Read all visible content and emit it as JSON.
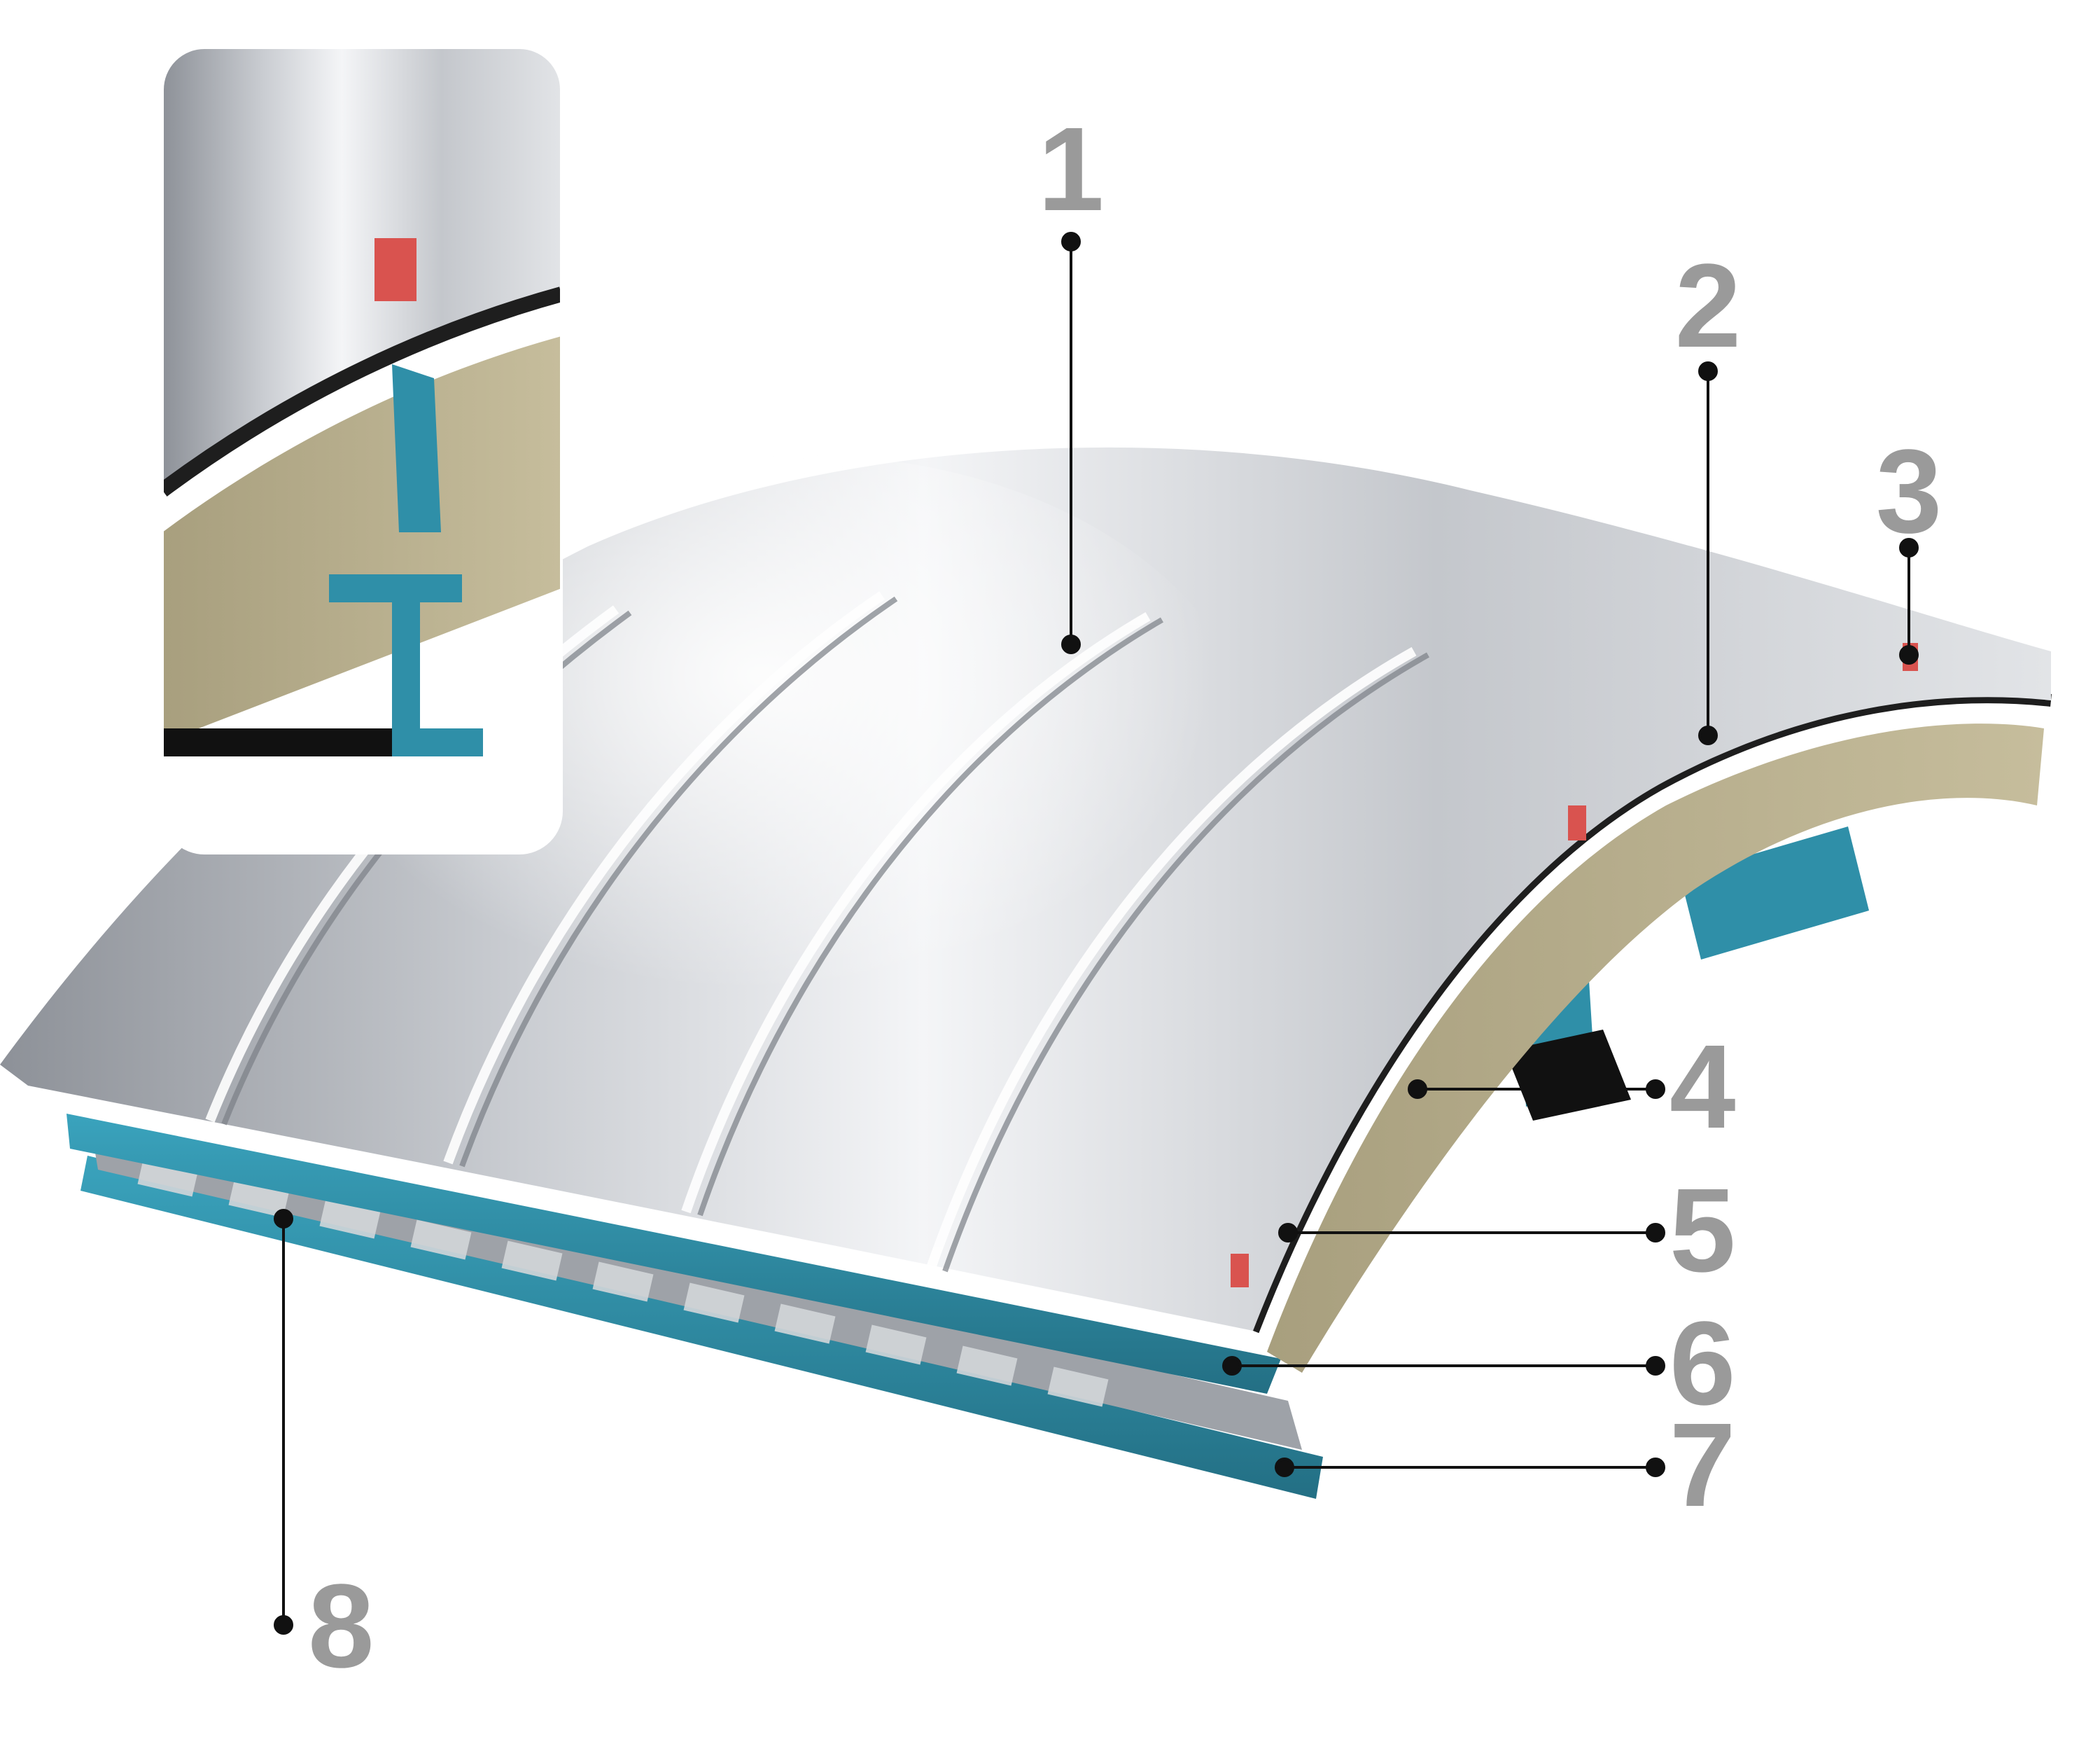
{
  "diagram": {
    "callouts": [
      {
        "id": "1",
        "label": "1"
      },
      {
        "id": "2",
        "label": "2"
      },
      {
        "id": "3",
        "label": "3"
      },
      {
        "id": "4",
        "label": "4"
      },
      {
        "id": "5",
        "label": "5"
      },
      {
        "id": "6",
        "label": "6"
      },
      {
        "id": "7",
        "label": "7"
      },
      {
        "id": "8",
        "label": "8"
      }
    ],
    "colors": {
      "metal_light": "#e9ebee",
      "metal_mid": "#b9bdc3",
      "metal_dark": "#6e737a",
      "insulation": "#b8ae8c",
      "membrane": "#1e1e1e",
      "purlin_teal": "#2f8fa8",
      "clip_red": "#d9534f",
      "callout_gray": "#9a9a9a",
      "leader": "#111111"
    }
  }
}
